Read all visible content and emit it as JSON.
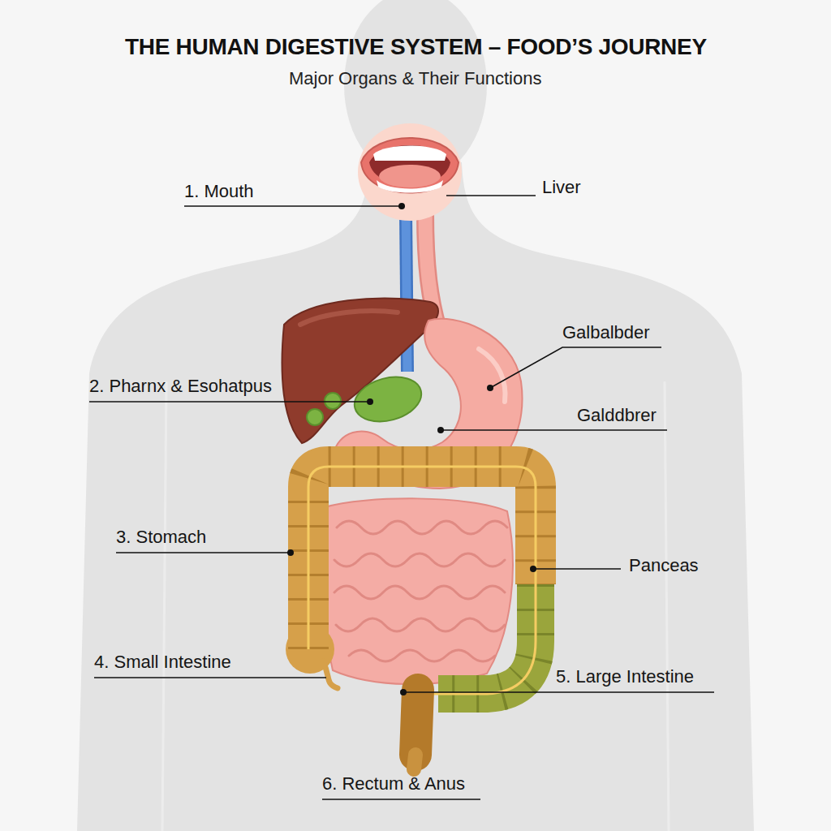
{
  "diagram": {
    "title": "THE HUMAN DIGESTIVE SYSTEM – FOOD’S JOURNEY",
    "labels": [
      "Major Organs & Their Functions",
      "1. Mouth",
      "Liver",
      "Galbalbder",
      "2. Pharnx & Esohatpus",
      "Galddbrer",
      "3. Stomach",
      "Panceas",
      "4. Small Intestine",
      "5. Large Intestine",
      "6. Rectum & Anus"
    ]
  }
}
